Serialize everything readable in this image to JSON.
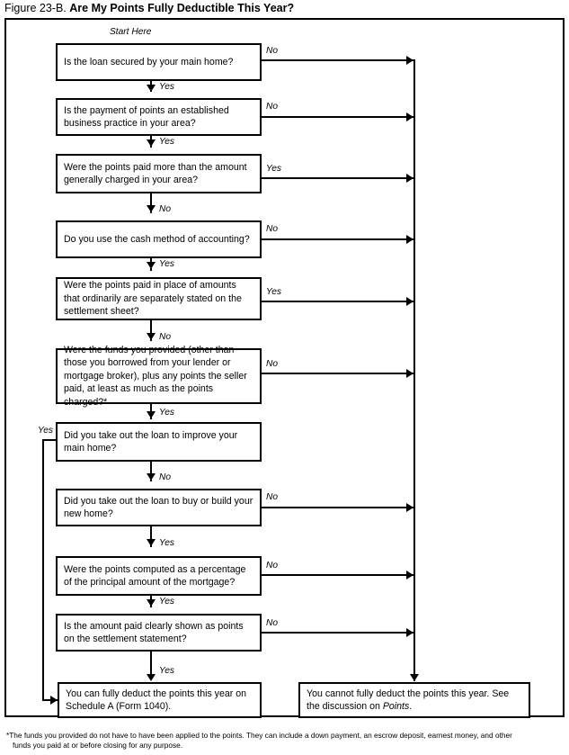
{
  "figure": {
    "number": "Figure 23-B.",
    "title": "Are My Points Fully Deductible This Year?"
  },
  "start_label": "Start Here",
  "flow": {
    "nodes": [
      {
        "id": "q1",
        "text": "Is the loan secured by your main home?"
      },
      {
        "id": "q2",
        "text": "Is the payment of points an established business practice in your area?"
      },
      {
        "id": "q3",
        "text": "Were the points paid more than the amount generally charged in your area?"
      },
      {
        "id": "q4",
        "text": "Do you use the cash method of accounting?"
      },
      {
        "id": "q5",
        "text": "Were the points paid in place of amounts that ordinarily are separately stated on the settlement sheet?"
      },
      {
        "id": "q6",
        "text": "Were the funds you provided (other than those you borrowed from your lender or mortgage broker), plus any points the seller paid, at least as much as the points charged?*"
      },
      {
        "id": "q7",
        "text": "Did you take out the loan to improve your main home?"
      },
      {
        "id": "q8",
        "text": "Did you take out the loan to buy or build your new home?"
      },
      {
        "id": "q9",
        "text": "Were the points computed as a percentage of the principal amount of the mortgage?"
      },
      {
        "id": "q10",
        "text": "Is the amount paid clearly shown as points on the settlement statement?"
      },
      {
        "id": "deductible",
        "text": "You can fully deduct the points this year on Schedule A (Form 1040)."
      },
      {
        "id": "not-deductible_part1",
        "text": "You cannot fully deduct the points this year. See the discussion on ",
        "emphasis": "Points",
        "tail": "."
      }
    ],
    "edges": [
      {
        "from": "q1",
        "to": "q2",
        "label": "Yes",
        "dir": "down"
      },
      {
        "from": "q1",
        "to": "not-deductible",
        "label": "No",
        "dir": "right"
      },
      {
        "from": "q2",
        "to": "q3",
        "label": "Yes",
        "dir": "down"
      },
      {
        "from": "q2",
        "to": "not-deductible",
        "label": "No",
        "dir": "right"
      },
      {
        "from": "q3",
        "to": "q4",
        "label": "No",
        "dir": "down"
      },
      {
        "from": "q3",
        "to": "not-deductible",
        "label": "Yes",
        "dir": "right"
      },
      {
        "from": "q4",
        "to": "q5",
        "label": "Yes",
        "dir": "down"
      },
      {
        "from": "q4",
        "to": "not-deductible",
        "label": "No",
        "dir": "right"
      },
      {
        "from": "q5",
        "to": "q6",
        "label": "No",
        "dir": "down"
      },
      {
        "from": "q5",
        "to": "not-deductible",
        "label": "Yes",
        "dir": "right"
      },
      {
        "from": "q6",
        "to": "q7",
        "label": "Yes",
        "dir": "down"
      },
      {
        "from": "q6",
        "to": "not-deductible",
        "label": "No",
        "dir": "right"
      },
      {
        "from": "q7",
        "to": "q8",
        "label": "No",
        "dir": "down"
      },
      {
        "from": "q7",
        "to": "deductible",
        "label": "Yes",
        "dir": "left"
      },
      {
        "from": "q8",
        "to": "q9",
        "label": "Yes",
        "dir": "down"
      },
      {
        "from": "q8",
        "to": "not-deductible",
        "label": "No",
        "dir": "right"
      },
      {
        "from": "q9",
        "to": "q10",
        "label": "Yes",
        "dir": "down"
      },
      {
        "from": "q9",
        "to": "not-deductible",
        "label": "No",
        "dir": "right"
      },
      {
        "from": "q10",
        "to": "deductible",
        "label": "Yes",
        "dir": "down"
      },
      {
        "from": "q10",
        "to": "not-deductible",
        "label": "No",
        "dir": "right"
      }
    ],
    "labels": {
      "yes": "Yes",
      "no": "No"
    }
  },
  "footnote": {
    "line1": "*The funds you provided do not have to have been applied to the points. They can include a down payment, an escrow deposit, earnest money, and other",
    "line2": "funds you paid at or before closing for any purpose."
  }
}
